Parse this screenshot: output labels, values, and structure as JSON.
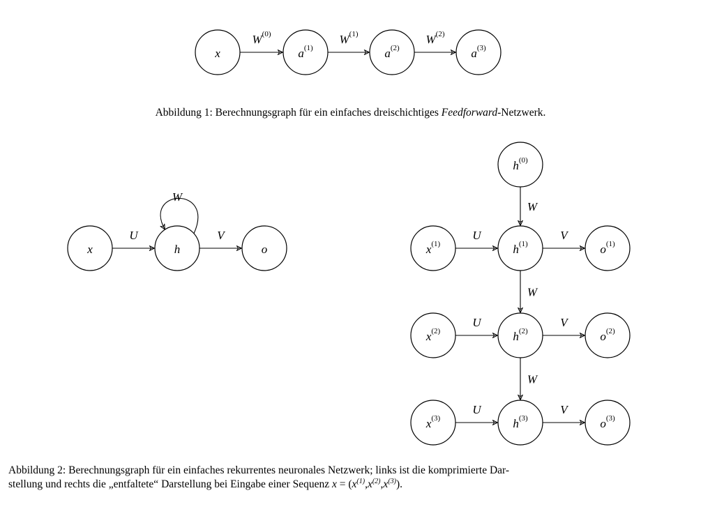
{
  "figure1": {
    "nodes": [
      {
        "id": "x",
        "base": "x",
        "sup": ""
      },
      {
        "id": "a1",
        "base": "a",
        "sup": "(1)"
      },
      {
        "id": "a2",
        "base": "a",
        "sup": "(2)"
      },
      {
        "id": "a3",
        "base": "a",
        "sup": "(3)"
      }
    ],
    "edges": [
      {
        "from": "x",
        "to": "a1",
        "base": "W",
        "sup": "(0)"
      },
      {
        "from": "a1",
        "to": "a2",
        "base": "W",
        "sup": "(1)"
      },
      {
        "from": "a2",
        "to": "a3",
        "base": "W",
        "sup": "(2)"
      }
    ],
    "caption": {
      "prefix": "Abbildung 1: Berechnungsgraph für ein einfaches dreischichtiges ",
      "emph": "Feedforward",
      "suffix": "-Netzwerk."
    }
  },
  "figure2_compressed": {
    "nodes": [
      {
        "id": "x",
        "base": "x",
        "sup": ""
      },
      {
        "id": "h",
        "base": "h",
        "sup": ""
      },
      {
        "id": "o",
        "base": "o",
        "sup": ""
      }
    ],
    "edges": [
      {
        "from": "x",
        "to": "h",
        "base": "U",
        "sup": ""
      },
      {
        "from": "h",
        "to": "o",
        "base": "V",
        "sup": ""
      },
      {
        "from": "h",
        "to": "h",
        "base": "W",
        "sup": ""
      }
    ]
  },
  "figure2_unfolded": {
    "nodes": [
      {
        "id": "h0",
        "base": "h",
        "sup": "(0)"
      },
      {
        "id": "x1",
        "base": "x",
        "sup": "(1)"
      },
      {
        "id": "h1",
        "base": "h",
        "sup": "(1)"
      },
      {
        "id": "o1",
        "base": "o",
        "sup": "(1)"
      },
      {
        "id": "x2",
        "base": "x",
        "sup": "(2)"
      },
      {
        "id": "h2",
        "base": "h",
        "sup": "(2)"
      },
      {
        "id": "o2",
        "base": "o",
        "sup": "(2)"
      },
      {
        "id": "x3",
        "base": "x",
        "sup": "(3)"
      },
      {
        "id": "h3",
        "base": "h",
        "sup": "(3)"
      },
      {
        "id": "o3",
        "base": "o",
        "sup": "(3)"
      }
    ],
    "edges": [
      {
        "from": "h0",
        "to": "h1",
        "base": "W",
        "sup": ""
      },
      {
        "from": "x1",
        "to": "h1",
        "base": "U",
        "sup": ""
      },
      {
        "from": "h1",
        "to": "o1",
        "base": "V",
        "sup": ""
      },
      {
        "from": "h1",
        "to": "h2",
        "base": "W",
        "sup": ""
      },
      {
        "from": "x2",
        "to": "h2",
        "base": "U",
        "sup": ""
      },
      {
        "from": "h2",
        "to": "o2",
        "base": "V",
        "sup": ""
      },
      {
        "from": "h2",
        "to": "h3",
        "base": "W",
        "sup": ""
      },
      {
        "from": "x3",
        "to": "h3",
        "base": "U",
        "sup": ""
      },
      {
        "from": "h3",
        "to": "o3",
        "base": "V",
        "sup": ""
      }
    ]
  },
  "figure2_caption": {
    "line1": "Abbildung 2: Berechnungsgraph für ein einfaches rekurrentes neuronales Netzwerk; links ist die komprimierte Dar-",
    "line2_prefix": "stellung und rechts die „entfaltete“ Darstellung bei Eingabe einer Sequenz ",
    "seq_var": "x",
    "seq_eq": " = (",
    "seq_items": [
      {
        "base": "x",
        "sup": "(1)"
      },
      {
        "base": "x",
        "sup": "(2)"
      },
      {
        "base": "x",
        "sup": "(3)"
      }
    ],
    "seq_sep": ",",
    "seq_close": ")."
  }
}
